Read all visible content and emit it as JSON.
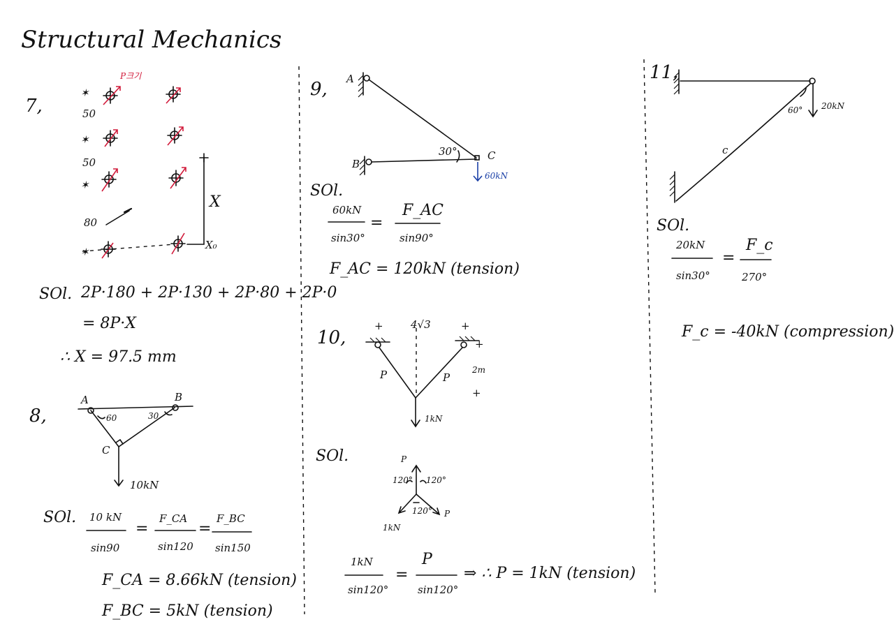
{
  "title": "Structural Mechanics",
  "p7": {
    "num": "7,",
    "red_label": "P크기",
    "dim1": "50",
    "dim2": "50",
    "dim3": "80",
    "axis_x": "X",
    "axis_x0": "X₀",
    "sol_label": "SOl.",
    "eq1": "2P·180 + 2P·130 + 2P·80 + 2P·0",
    "eq2": "= 8P·X",
    "result": "∴ X =  97.5 mm"
  },
  "p8": {
    "num": "8,",
    "label_a": "A",
    "label_b": "B",
    "label_c": "C",
    "angle_a": "60",
    "angle_b": "30",
    "load": "10kN",
    "sol_label": "SOl.",
    "f1_num": "10 kN",
    "f1_den": "sin90",
    "f2_num": "F_CA",
    "f2_den": "sin120",
    "f3_num": "F_BC",
    "f3_den": "sin150",
    "res1": "F_CA = 8.66kN (tension)",
    "res2": "F_BC = 5kN (tension)"
  },
  "p9": {
    "num": "9,",
    "label_a": "A",
    "label_b": "B",
    "label_c": "C",
    "angle": "30°",
    "load": "60kN",
    "sol_label": "SOl.",
    "f1_num": "60kN",
    "f1_den": "sin30°",
    "f2_num": "F_AC",
    "f2_den": "sin90°",
    "result": "F_AC = 120kN (tension)"
  },
  "p10": {
    "num": "10,",
    "span": "4√3",
    "height": "2m",
    "p_left": "P",
    "p_right": "P",
    "load": "1kN",
    "sol_label": "SOl.",
    "fd_p_top": "P",
    "fd_p_right": "P",
    "fd_load": "1kN",
    "fd_a1": "120°",
    "fd_a2": "120°",
    "fd_a3": "120°",
    "f1_num": "1kN",
    "f1_den": "sin120°",
    "f2_num": "P",
    "f2_den": "sin120°",
    "result": "⇒ ∴ P = 1kN (tension)"
  },
  "p11": {
    "num": "11,",
    "angle": "60°",
    "load": "20kN",
    "member": "c",
    "sol_label": "SOl.",
    "f1_num": "20kN",
    "f1_den": "sin30°",
    "f2_num": "F_c",
    "f2_den": "270°",
    "result": "F_c = -40kN (compression)"
  }
}
